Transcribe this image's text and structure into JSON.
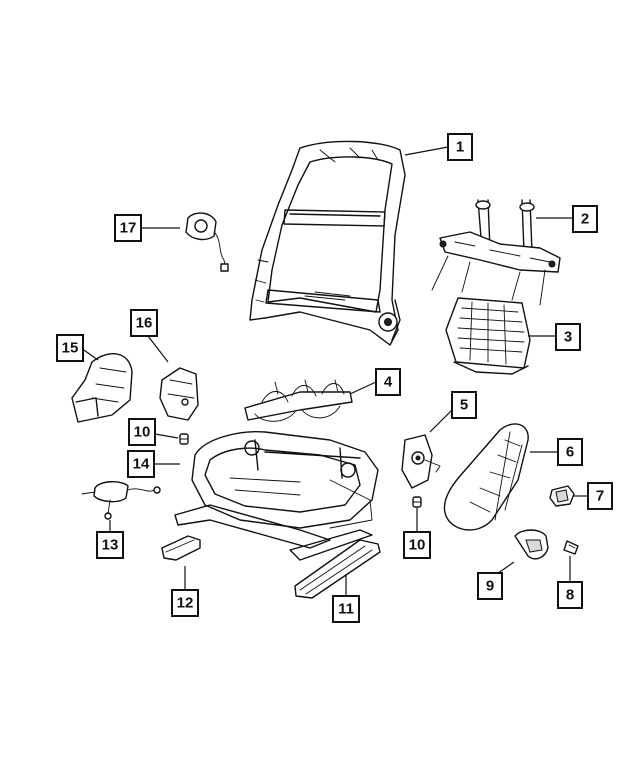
{
  "callouts": {
    "c1": "1",
    "c2": "2",
    "c3": "3",
    "c4": "4",
    "c5": "5",
    "c6": "6",
    "c7": "7",
    "c8": "8",
    "c9": "9",
    "c10a": "10",
    "c10b": "10",
    "c11": "11",
    "c12": "12",
    "c13": "13",
    "c14": "14",
    "c15": "15",
    "c16": "16",
    "c17": "17"
  },
  "colors": {
    "line": "#111111",
    "background": "#ffffff"
  }
}
